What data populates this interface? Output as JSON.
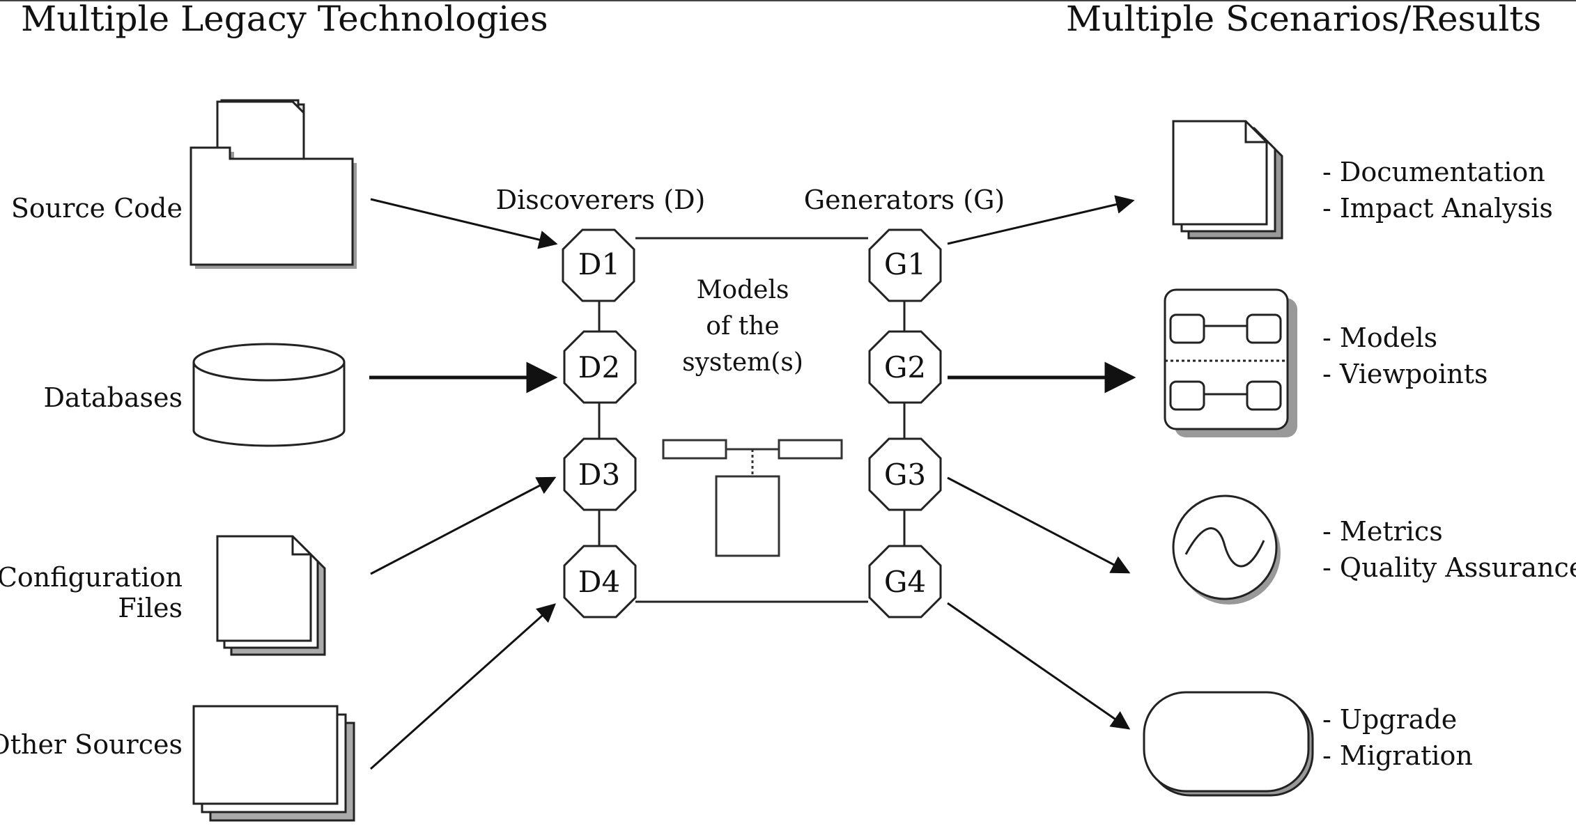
{
  "headers": {
    "left": "Multiple Legacy Technologies",
    "right": "Multiple Scenarios/Results"
  },
  "sources": [
    {
      "label": "Source Code",
      "icon": "folder-icon"
    },
    {
      "label": "Databases",
      "icon": "database-icon"
    },
    {
      "label_line1": "Configuration",
      "label_line2": "Files",
      "icon": "file-stack-icon"
    },
    {
      "label": "Other Sources",
      "icon": "page-stack-icon"
    }
  ],
  "discoverers": {
    "title": "Discoverers (D)",
    "nodes": [
      "D1",
      "D2",
      "D3",
      "D4"
    ]
  },
  "generators": {
    "title": "Generators (G)",
    "nodes": [
      "G1",
      "G2",
      "G3",
      "G4"
    ]
  },
  "center": {
    "line1": "Models",
    "line2": "of the",
    "line3": "system(s)"
  },
  "results": [
    {
      "line1": "- Documentation",
      "line2": "- Impact Analysis",
      "icon": "document-stack-icon"
    },
    {
      "line1": "- Models",
      "line2": "- Viewpoints",
      "icon": "model-view-icon"
    },
    {
      "line1": "- Metrics",
      "line2": "- Quality Assurance",
      "icon": "waveform-icon"
    },
    {
      "line1": "- Upgrade",
      "line2": "- Migration",
      "icon": "rounded-box-icon"
    }
  ]
}
